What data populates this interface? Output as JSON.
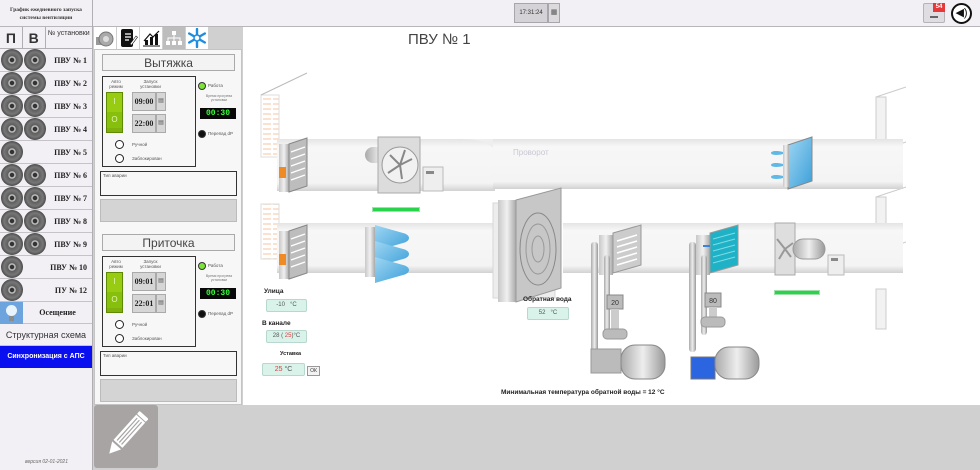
{
  "header": {
    "schedule_title": "График ежедневного запуска системы вентиляции",
    "clock": "17:31:24",
    "clock_icon": "calendar-icon",
    "mail_count": "54",
    "sound_icon": "speaker-icon"
  },
  "sidebar": {
    "col_p": "П",
    "col_v": "В",
    "col_unit": "№ установки",
    "units": [
      {
        "label": "ПВУ № 1",
        "fans": 2
      },
      {
        "label": "ПВУ № 2",
        "fans": 2
      },
      {
        "label": "ПВУ № 3",
        "fans": 2
      },
      {
        "label": "ПВУ № 4",
        "fans": 2
      },
      {
        "label": "ПВУ № 5",
        "fans": 1
      },
      {
        "label": "ПВУ № 6",
        "fans": 2
      },
      {
        "label": "ПВУ № 7",
        "fans": 2
      },
      {
        "label": "ПВУ № 8",
        "fans": 2
      },
      {
        "label": "ПВУ № 9",
        "fans": 2
      },
      {
        "label": "ПВУ № 10",
        "fans": 1
      },
      {
        "label": "ПУ № 12",
        "fans": 1
      }
    ],
    "lighting": "Осещение",
    "structure_scheme": "Структурная схема",
    "sync_aps": "Синхронизация с АПС",
    "version": "версия 02-01-2021",
    "sync_color": "#0a0ff0"
  },
  "toolbar": {
    "icons": [
      "blower-icon",
      "notebook-edit-icon",
      "bar-chart-icon",
      "network-icon",
      "snowflake-icon"
    ],
    "active_index": 3
  },
  "exhaust": {
    "title": "Вытяжка",
    "auto_label": "Авто режим",
    "start_label": "Запуск установки",
    "switch_on": "I",
    "switch_off": "O",
    "time_start": "09:00",
    "time_stop": "22:00",
    "manual": "Ручной",
    "blocked": "Заблокирован",
    "work_label": "Работа",
    "work_status": "on",
    "runtime_label": "Время прогрева установки",
    "runtime": "00:30",
    "dp_label": "Перепад dP",
    "dp_status": "off",
    "alarm_label": "Тип аварии"
  },
  "supply": {
    "title": "Приточка",
    "auto_label": "Авто режим",
    "start_label": "Запуск установки",
    "switch_on": "I",
    "switch_off": "O",
    "time_start": "09:01",
    "time_stop": "22:01",
    "manual": "Ручной",
    "blocked": "Заблокирован",
    "work_label": "Работа",
    "work_status": "on",
    "runtime_label": "Время прогрева установки",
    "runtime": "00:30",
    "dp_label": "Перепад dP",
    "dp_status": "off",
    "alarm_label": "Тип аварии"
  },
  "diagram": {
    "title": "ПВУ № 1",
    "recuperator_label": "Проворот",
    "street_label": "Улица",
    "street_value": "-10",
    "channel_label": "В канале",
    "channel_value": "28",
    "channel_setpoint": "25",
    "setpoint_label": "Уставка",
    "setpoint_value": "25",
    "ok_label": "ОК",
    "unit_c": "°C",
    "return_water_label": "Обратная вода",
    "return_water_value": "52",
    "valve1_percent": "20",
    "valve2_percent": "80",
    "min_return_temp": "Минимальная температура обратной воды = 12 °C",
    "status_green": "#2ad34c"
  }
}
